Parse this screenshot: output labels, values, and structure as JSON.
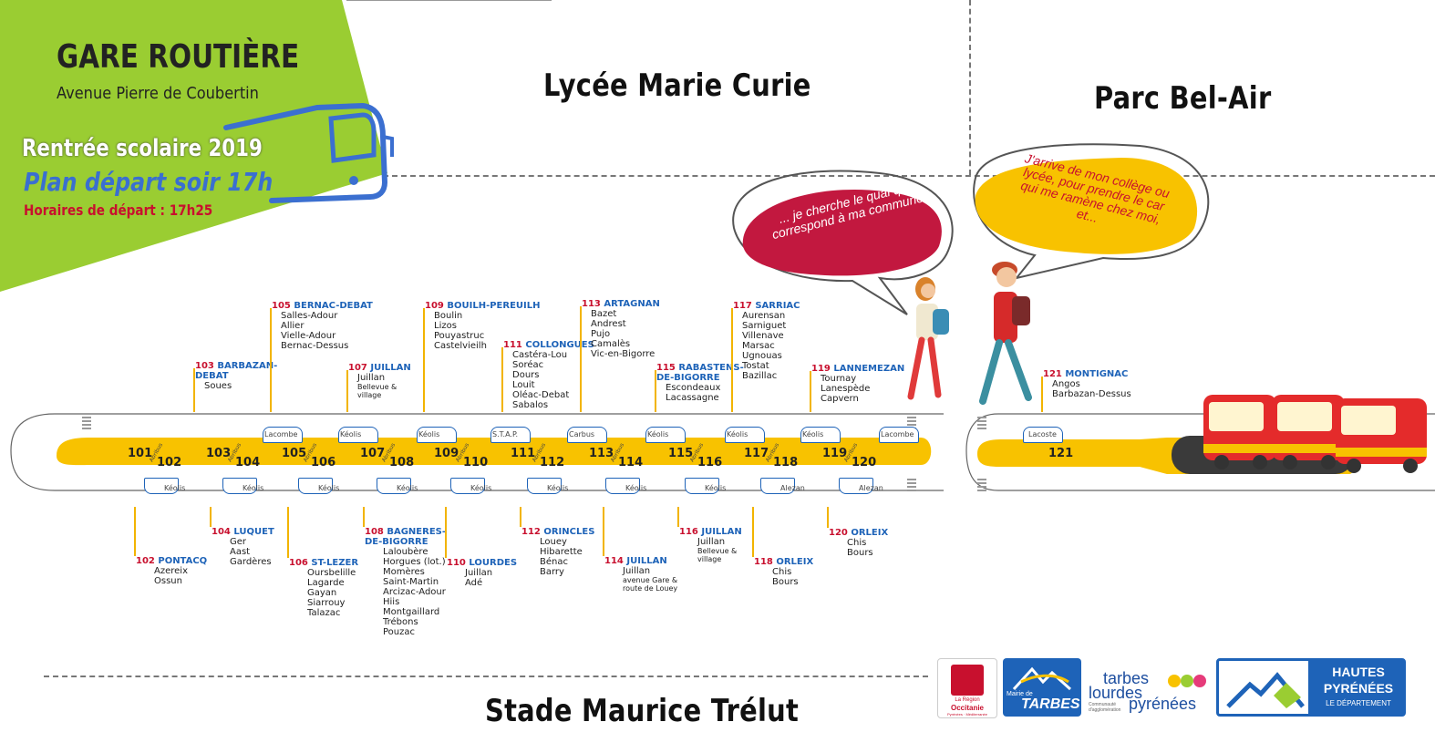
{
  "header": {
    "title": "GARE ROUTIÈRE",
    "address": "Avenue Pierre de Coubertin",
    "rentree": "Rentrée scolaire 2019",
    "plan": "Plan départ soir 17h",
    "horaires": "Horaires de départ : 17h25"
  },
  "places": {
    "lycee": "Lycée Marie Curie",
    "parc": "Parc Bel-Air",
    "stade": "Stade Maurice Trélut"
  },
  "bubbles": {
    "left": "... je cherche le quai qui correspond à ma commune",
    "right": "J'arrive de mon collège ou lycée, pour prendre le car qui me ramène chez moi, et..."
  },
  "top_stops": [
    {
      "num": "103",
      "name": "BARBAZAN-\nDEBAT",
      "towns": [
        "Soues"
      ]
    },
    {
      "num": "105",
      "name": "BERNAC-DEBAT",
      "towns": [
        "Salles-Adour",
        "Allier",
        "Vielle-Adour",
        "Bernac-Dessus"
      ]
    },
    {
      "num": "107",
      "name": "JUILLAN",
      "towns": [
        "Juillan"
      ],
      "small": [
        "Bellevue &",
        "village"
      ]
    },
    {
      "num": "109",
      "name": "BOUILH-PEREUILH",
      "towns": [
        "Boulin",
        "Lizos",
        "Pouyastruc",
        "Castelvieilh"
      ]
    },
    {
      "num": "111",
      "name": "COLLONGUES",
      "towns": [
        "Castéra-Lou",
        "Soréac",
        "Dours",
        "Louit",
        "Oléac-Debat",
        "Sabalos"
      ]
    },
    {
      "num": "113",
      "name": "ARTAGNAN",
      "towns": [
        "Bazet",
        "Andrest",
        "Pujo",
        "Camalès",
        "Vic-en-Bigorre"
      ]
    },
    {
      "num": "115",
      "name": "RABASTENS-\nDE-BIGORRE",
      "towns": [
        "Escondeaux",
        "Lacassagne"
      ]
    },
    {
      "num": "117",
      "name": "SARRIAC",
      "towns": [
        "Aurensan",
        "Sarniguet",
        "Villenave",
        "Marsac",
        "Ugnouas",
        "Tostat",
        "Bazillac"
      ]
    },
    {
      "num": "119",
      "name": "LANNEMEZAN",
      "towns": [
        "Tournay",
        "Lanespède",
        "Capvern"
      ]
    },
    {
      "num": "121",
      "name": "MONTIGNAC",
      "towns": [
        "Angos",
        "Barbazan-Dessus"
      ]
    }
  ],
  "bottom_stops": [
    {
      "num": "102",
      "name": "PONTACQ",
      "towns": [
        "Azereix",
        "Ossun"
      ]
    },
    {
      "num": "104",
      "name": "LUQUET",
      "towns": [
        "Ger",
        "Aast",
        "Gardères"
      ]
    },
    {
      "num": "106",
      "name": "ST-LEZER",
      "towns": [
        "Oursbelille",
        "Lagarde",
        "Gayan",
        "Siarrouy",
        "Talazac"
      ]
    },
    {
      "num": "108",
      "name": "BAGNERES-\nDE-BIGORRE",
      "towns": [
        "Laloubère",
        "Horgues (lot.)",
        "Momères",
        "Saint-Martin",
        "Arcizac-Adour",
        "Hiis",
        "Montgaillard",
        "Trébons",
        "Pouzac"
      ]
    },
    {
      "num": "110",
      "name": "LOURDES",
      "towns": [
        "Juillan",
        "Adé"
      ]
    },
    {
      "num": "112",
      "name": "ORINCLES",
      "towns": [
        "Louey",
        "Hibarette",
        "Bénac",
        "Barry"
      ]
    },
    {
      "num": "114",
      "name": "JUILLAN",
      "towns": [
        "Juillan"
      ],
      "small": [
        "avenue Gare &",
        "route de Louey"
      ]
    },
    {
      "num": "116",
      "name": "JUILLAN",
      "towns": [
        "Juillan"
      ],
      "small": [
        "Bellevue &",
        "village"
      ]
    },
    {
      "num": "118",
      "name": "ORLEIX",
      "towns": [
        "Chis",
        "Bours"
      ]
    },
    {
      "num": "120",
      "name": "ORLEIX",
      "towns": [
        "Chis",
        "Bours"
      ]
    }
  ],
  "quais": [
    {
      "a": "101",
      "b": "102",
      "top_op": "",
      "bot_op": "Kéolis"
    },
    {
      "a": "103",
      "b": "104",
      "top_op": "Lacombe",
      "bot_op": "Kéolis"
    },
    {
      "a": "105",
      "b": "106",
      "top_op": "Kéolis",
      "bot_op": "Kéolis"
    },
    {
      "a": "107",
      "b": "108",
      "top_op": "Kéolis",
      "bot_op": "Kéolis"
    },
    {
      "a": "109",
      "b": "110",
      "top_op": "S.T.A.P.",
      "bot_op": "Kéolis"
    },
    {
      "a": "111",
      "b": "112",
      "top_op": "Carbus",
      "bot_op": "Kéolis"
    },
    {
      "a": "113",
      "b": "114",
      "top_op": "Kéolis",
      "bot_op": "Kéolis"
    },
    {
      "a": "115",
      "b": "116",
      "top_op": "Kéolis",
      "bot_op": "Kéolis"
    },
    {
      "a": "117",
      "b": "118",
      "top_op": "Kéolis",
      "bot_op": "Alezan"
    },
    {
      "a": "119",
      "b": "120",
      "top_op": "Lacombe",
      "bot_op": "Alezan"
    }
  ],
  "quai_121": {
    "a": "121",
    "top_op": "Lacoste"
  },
  "abribus": "Abribus",
  "logos": {
    "occitanie1": "La Région",
    "occitanie2": "Occitanie",
    "occitanie3": "Pyrénées · Méditerranée",
    "tarbes_mairie": "Mairie de",
    "tarbes": "TARBES",
    "tlp1": "tarbes",
    "tlp2": "lourdes",
    "tlp3": "pyrénées",
    "tlp4": "Communauté",
    "tlp5": "d'agglomération",
    "hp1": "HAUTES",
    "hp2": "PYRÉNÉES",
    "hp3": "LE DÉPARTEMENT"
  },
  "colors": {
    "green": "#9acd32",
    "yellow": "#f8c200",
    "red": "#c8102e",
    "blue": "#1e63b8",
    "crimson": "#c2183f"
  }
}
